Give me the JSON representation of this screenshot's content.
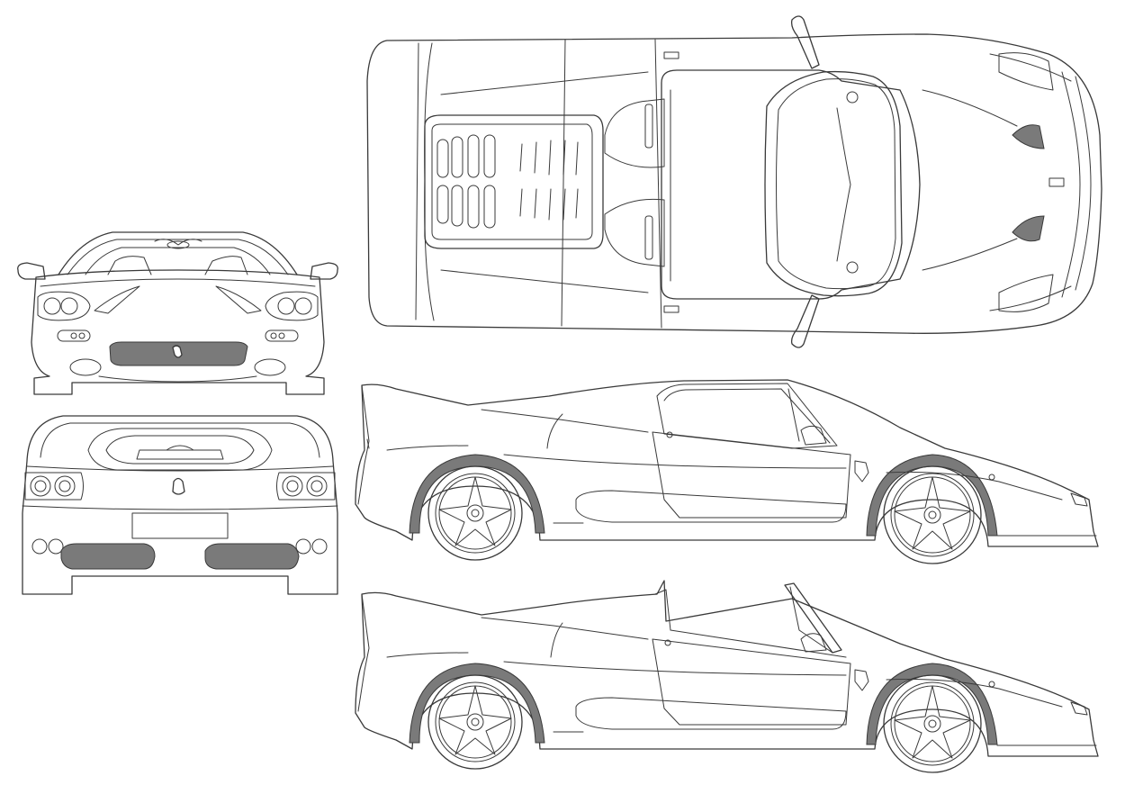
{
  "figure": {
    "views": [
      "front",
      "rear",
      "top",
      "side-closed",
      "side-open"
    ],
    "line_color": "#3a3a3a",
    "shade_color": "#7a7a7a",
    "background": "#ffffff"
  }
}
